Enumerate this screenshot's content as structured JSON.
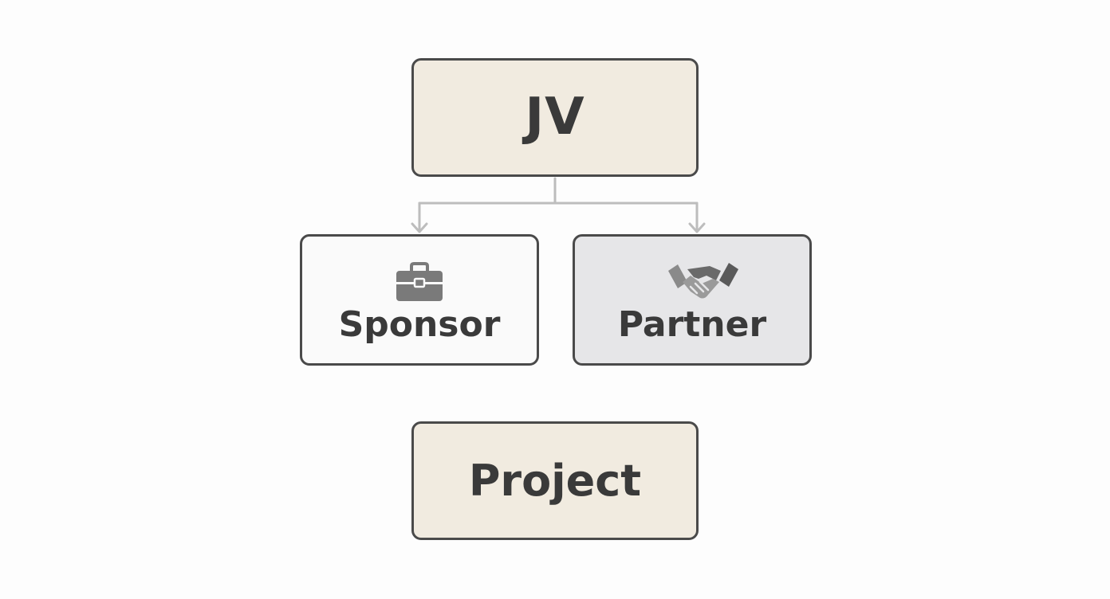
{
  "diagram": {
    "top_node": {
      "label": "JV"
    },
    "left_node": {
      "label": "Sponsor",
      "icon": "briefcase-icon"
    },
    "right_node": {
      "label": "Partner",
      "icon": "handshake-icon"
    },
    "bottom_node": {
      "label": "Project"
    }
  },
  "colors": {
    "beige_fill": "#f1ebe0",
    "white_fill": "#fafafa",
    "grey_fill": "#e6e6e8",
    "border": "#4a4a4a",
    "connector": "#bdbdbd",
    "icon": "#7a7a7a"
  }
}
